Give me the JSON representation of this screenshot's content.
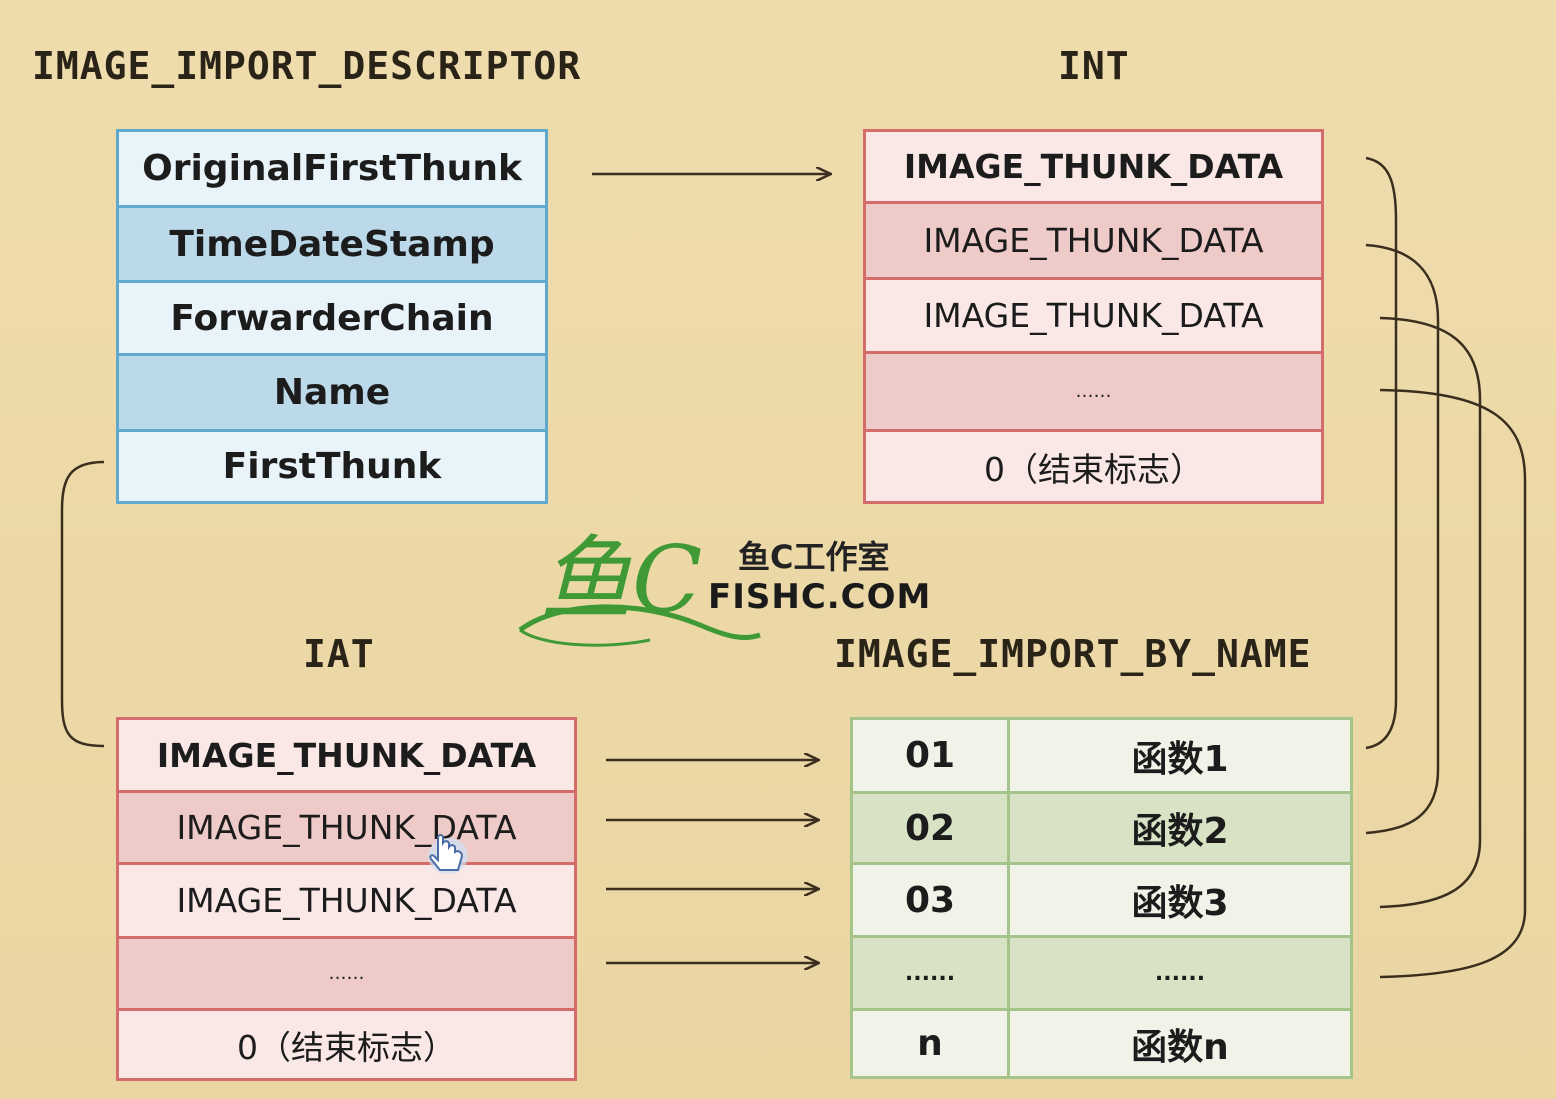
{
  "titles": {
    "descriptor": "IMAGE_IMPORT_DESCRIPTOR",
    "int": "INT",
    "iat": "IAT",
    "by_name": "IMAGE_IMPORT_BY_NAME"
  },
  "descriptor_fields": [
    "OriginalFirstThunk",
    "TimeDateStamp",
    "ForwarderChain",
    "Name",
    "FirstThunk"
  ],
  "int_rows": [
    "IMAGE_THUNK_DATA",
    "IMAGE_THUNK_DATA",
    "IMAGE_THUNK_DATA",
    "……",
    "0（结束标志）"
  ],
  "iat_rows": [
    "IMAGE_THUNK_DATA",
    "IMAGE_THUNK_DATA",
    "IMAGE_THUNK_DATA",
    "……",
    "0（结束标志）"
  ],
  "by_name_rows": [
    {
      "hint": "01",
      "name": "函数1"
    },
    {
      "hint": "02",
      "name": "函数2"
    },
    {
      "hint": "03",
      "name": "函数3"
    },
    {
      "hint": "......",
      "name": "......"
    },
    {
      "hint": "n",
      "name": "函数n"
    }
  ],
  "logo": {
    "script": "鱼C",
    "cn": "鱼C工作室",
    "en": "FISHC.COM"
  },
  "icons": [
    "hand-cursor-icon"
  ]
}
